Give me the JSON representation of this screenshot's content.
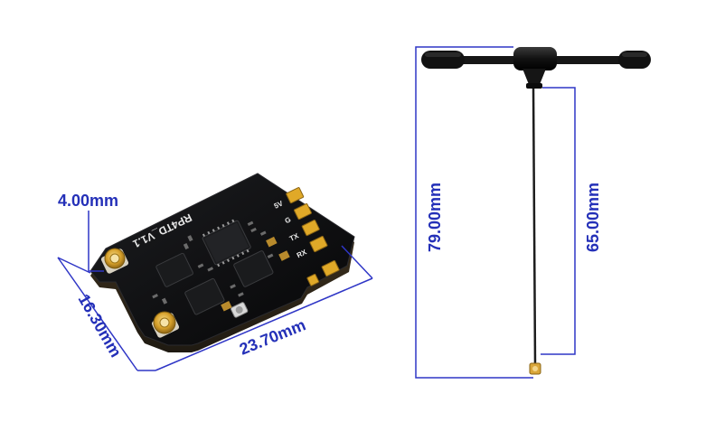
{
  "colors": {
    "dimension_lines": "#2f36c6",
    "dimension_text": "#2430b8",
    "pcb": "#0d0e10",
    "gold_pads": "#e0a928",
    "antenna": "#151515"
  },
  "board": {
    "silkscreen_name": "RP4TD_V1.1",
    "pin_labels": [
      "5V",
      "G",
      "TX",
      "RX"
    ],
    "width_label": "23.70mm",
    "height_label": "16.30mm",
    "connector_offset_label": "4.00mm"
  },
  "antenna": {
    "total_length_label": "79.00mm",
    "cable_length_label": "65.00mm"
  }
}
